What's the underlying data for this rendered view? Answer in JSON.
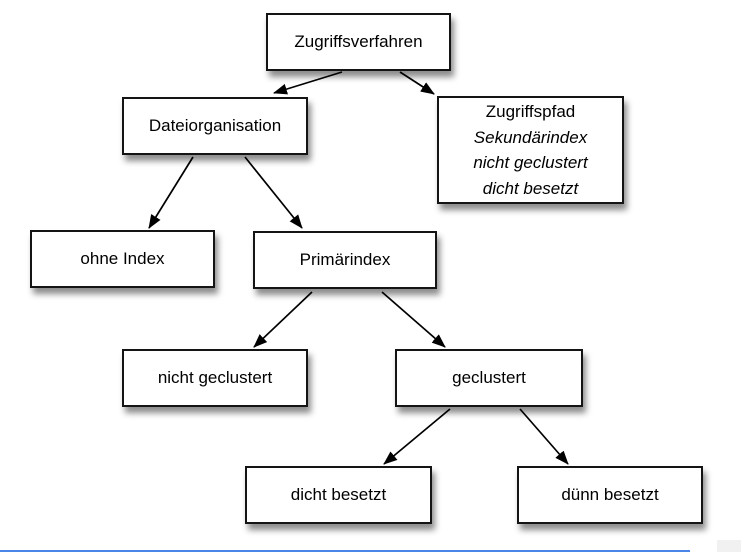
{
  "diagram": {
    "title": "Zugriffsverfahren tree diagram",
    "colors": {
      "background": "#ffffff",
      "box_fill": "#ffffff",
      "box_border": "#141414",
      "text": "#000000",
      "arrow": "#000000",
      "bottom_accent_line": "#4a86e8"
    },
    "nodes": {
      "zugriffsverfahren": {
        "label": "Zugriffsverfahren"
      },
      "dateiorganisation": {
        "label": "Dateiorganisation"
      },
      "zugriffspfad": {
        "line1": "Zugriffspfad",
        "line2": "Sekundärindex",
        "line3": "nicht geclustert",
        "line4": "dicht besetzt"
      },
      "ohne_index": {
        "label": "ohne Index"
      },
      "primaerindex": {
        "label": "Primärindex"
      },
      "nicht_geclustert": {
        "label": "nicht geclustert"
      },
      "geclustert": {
        "label": "geclustert"
      },
      "dicht_besetzt": {
        "label": "dicht besetzt"
      },
      "duenn_besetzt": {
        "label": "dünn besetzt"
      }
    },
    "edges": [
      {
        "from": "zugriffsverfahren",
        "to": "dateiorganisation"
      },
      {
        "from": "zugriffsverfahren",
        "to": "zugriffspfad"
      },
      {
        "from": "dateiorganisation",
        "to": "ohne_index"
      },
      {
        "from": "dateiorganisation",
        "to": "primaerindex"
      },
      {
        "from": "primaerindex",
        "to": "nicht_geclustert"
      },
      {
        "from": "primaerindex",
        "to": "geclustert"
      },
      {
        "from": "geclustert",
        "to": "dicht_besetzt"
      },
      {
        "from": "geclustert",
        "to": "duenn_besetzt"
      }
    ]
  }
}
